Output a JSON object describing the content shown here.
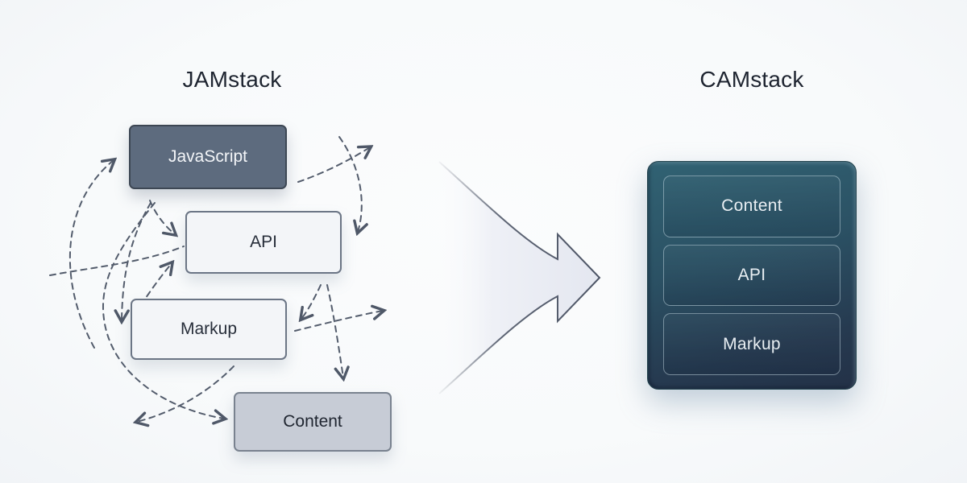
{
  "left_stack": {
    "title": "JAMstack",
    "nodes": [
      {
        "label": "JavaScript",
        "variant": "dark"
      },
      {
        "label": "API",
        "variant": "light"
      },
      {
        "label": "Markup",
        "variant": "light"
      },
      {
        "label": "Content",
        "variant": "gray"
      }
    ]
  },
  "right_stack": {
    "title": "CAMstack",
    "layers": [
      {
        "label": "Content"
      },
      {
        "label": "API"
      },
      {
        "label": "Markup"
      }
    ]
  },
  "icons": {
    "transition_arrow": "big right-pointing swoosh arrow",
    "dashed_connectors": "chaotic dashed arrows between left nodes"
  },
  "colors": {
    "background": "#f9fafb",
    "title_text": "#1e2430",
    "dark_node_fill": "#5d6b7e",
    "light_node_fill": "#f3f5f8",
    "gray_node_fill": "#c7ccd6",
    "node_border": "#6b7585",
    "dashed_arrow_stroke": "#535c6c",
    "big_arrow_fill": "#e6e9f1",
    "big_arrow_stroke": "#4d5566",
    "container_gradient_top": "#316273",
    "container_gradient_bottom": "#233147",
    "layer_border": "rgba(212,231,240,0.46)",
    "layer_text": "#e9eff3"
  }
}
